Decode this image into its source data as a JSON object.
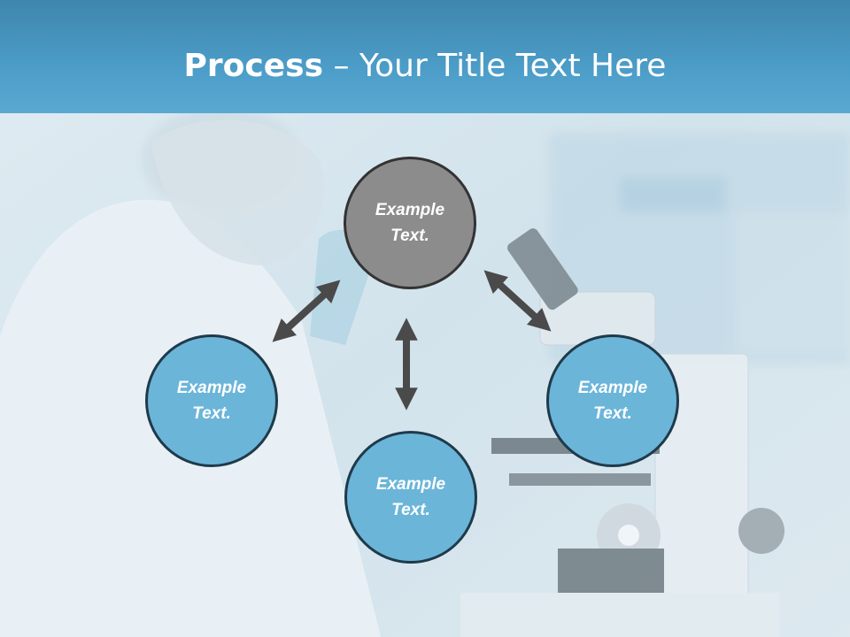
{
  "slide": {
    "title_bold": "Process",
    "title_rest": " – Your Title Text Here"
  },
  "diagram": {
    "nodes": [
      {
        "id": "top",
        "label": "Example\nText.",
        "color": "#8c8c8c"
      },
      {
        "id": "left",
        "label": "Example\nText.",
        "color": "#6bb5d9"
      },
      {
        "id": "right",
        "label": "Example\nText.",
        "color": "#6bb5d9"
      },
      {
        "id": "bottom",
        "label": "Example\nText.",
        "color": "#6bb5d9"
      }
    ],
    "edges": [
      {
        "from": "top",
        "to": "left",
        "style": "double-arrow"
      },
      {
        "from": "top",
        "to": "right",
        "style": "double-arrow"
      },
      {
        "from": "top",
        "to": "bottom",
        "style": "double-arrow"
      }
    ]
  },
  "colors": {
    "header": "#4a9bc6",
    "arrow": "#4a4a4a"
  },
  "background": "laboratory-scientist-microscope-photo"
}
